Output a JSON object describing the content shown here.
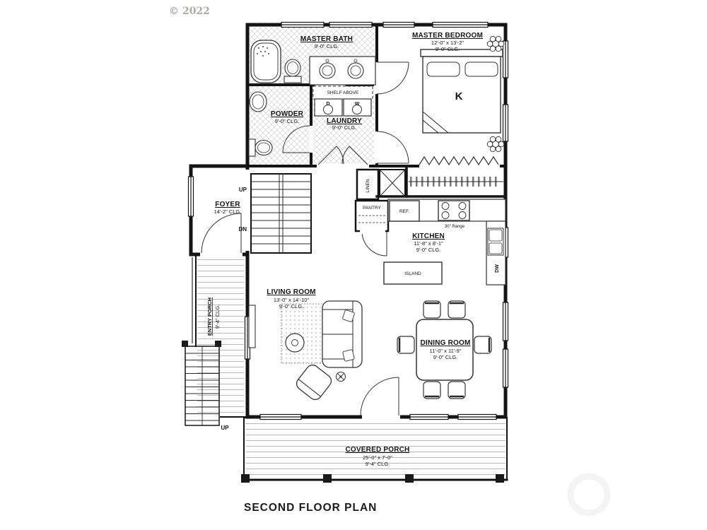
{
  "meta": {
    "copyright": "© 2022",
    "title": "SECOND FLOOR PLAN"
  },
  "rooms": {
    "master_bath": {
      "name": "MASTER BATH",
      "clg": "9'-0\" CLG."
    },
    "master_bedroom": {
      "name": "MASTER BEDROOM",
      "dims": "12'-0\" x 13'-2\"",
      "clg": "9'-0\" CLG."
    },
    "powder": {
      "name": "POWDER",
      "clg": "9'-0\" CLG."
    },
    "laundry": {
      "name": "LAUNDRY",
      "clg": "9'-0\" CLG."
    },
    "foyer": {
      "name": "FOYER",
      "clg": "14'-2\" CLG."
    },
    "kitchen": {
      "name": "KITCHEN",
      "dims": "11'-8\" x 8'-1\"",
      "clg": "9'-0\" CLG."
    },
    "living_room": {
      "name": "LIVING ROOM",
      "dims": "13'-0\" x 14'-10\"",
      "clg": "9'-0\" CLG."
    },
    "dining_room": {
      "name": "DINING ROOM",
      "dims": "11'-0\" x 11'-9\"",
      "clg": "9'-0\" CLG."
    },
    "entry_porch": {
      "name": "ENTRY PORCH",
      "clg": "9'-4\" CLG."
    },
    "covered_porch": {
      "name": "COVERED PORCH",
      "dims": "25'-0\" x 7'-0\"",
      "clg": "9'-4\" CLG."
    }
  },
  "fixtures": {
    "shelf_above": "SHELF ABOVE",
    "dryer": "D",
    "washer": "W",
    "linen": "LINEN",
    "pantry": "PANTRY",
    "refrigerator": "REF.",
    "range": "30\" Range",
    "island": "ISLAND",
    "dishwasher": "DW",
    "king_bed": "K"
  },
  "stairs": {
    "up": "UP",
    "down": "DN",
    "entry_up": "UP"
  }
}
